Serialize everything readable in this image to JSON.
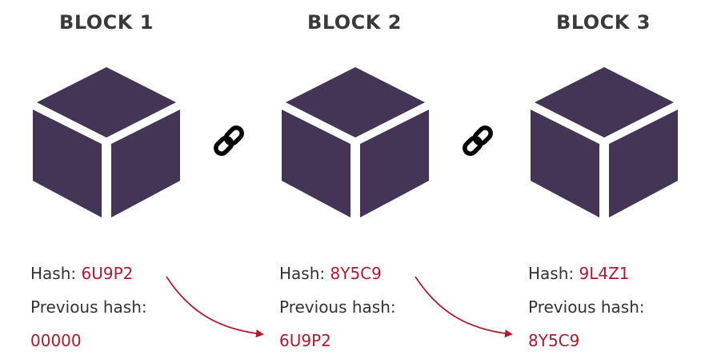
{
  "colors": {
    "cube": "#443455",
    "accent": "#b01a2c",
    "text": "#333333",
    "title": "#3a3a3a",
    "link_icon": "#000000"
  },
  "blocks": [
    {
      "title": "BLOCK 1",
      "hash_label": "Hash: ",
      "hash": "6U9P2",
      "prev_label": "Previous hash:",
      "prev_hash": "00000"
    },
    {
      "title": "BLOCK 2",
      "hash_label": "Hash: ",
      "hash": "8Y5C9",
      "prev_label": "Previous hash:",
      "prev_hash": "6U9P2"
    },
    {
      "title": "BLOCK 3",
      "hash_label": "Hash: ",
      "hash": "9L4Z1",
      "prev_label": "Previous hash:",
      "prev_hash": "8Y5C9"
    }
  ],
  "connectors": {
    "icon": "chain-link-icon"
  }
}
